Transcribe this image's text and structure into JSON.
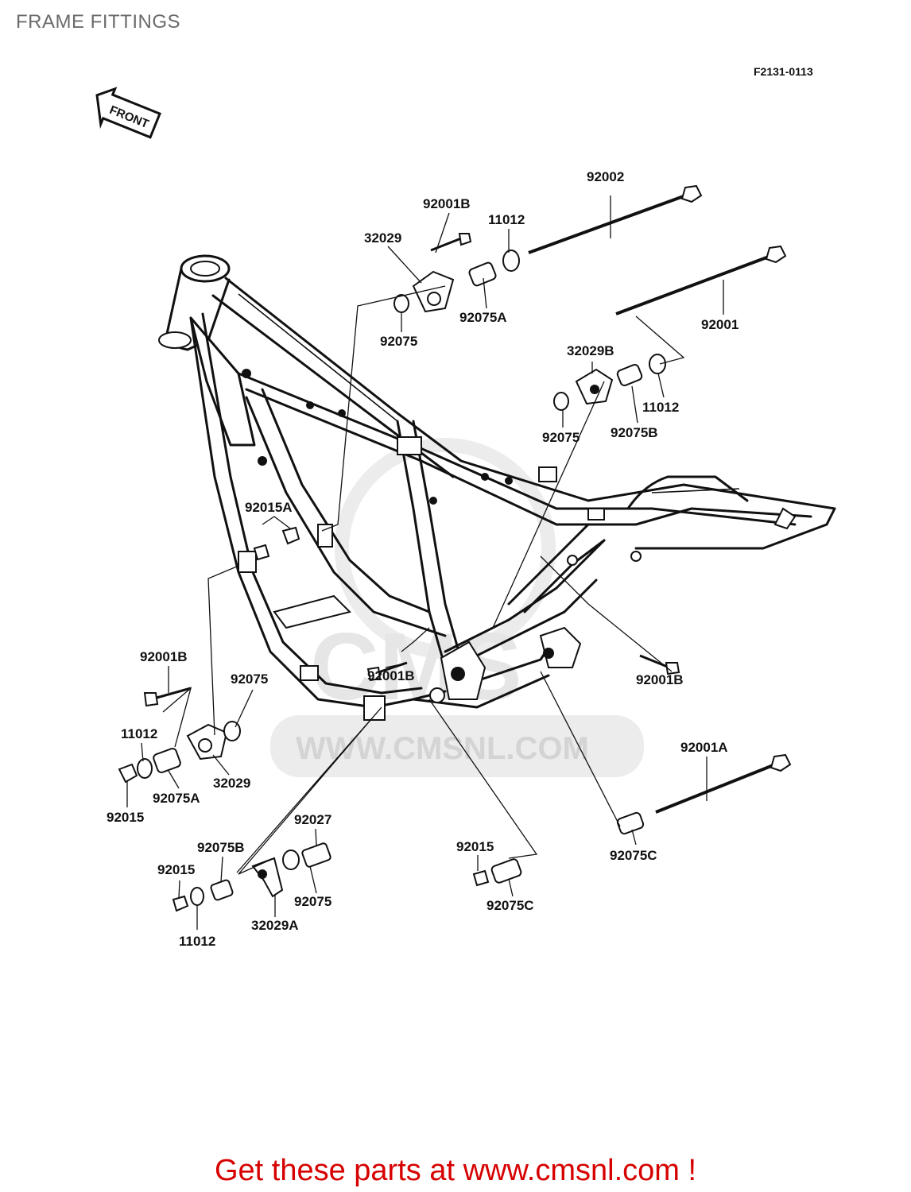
{
  "title": "FRAME FITTINGS",
  "figure_code": "F2131-0113",
  "front_arrow_label": "FRONT",
  "watermark": {
    "line1": "CMS",
    "url": "WWW.CMSNL.COM"
  },
  "footer": "Get these parts at www.cmsnl.com !",
  "part_labels": [
    "92002",
    "92001B",
    "11012",
    "32029",
    "92075A",
    "92075",
    "92001",
    "32029B",
    "11012",
    "92075",
    "92075B",
    "92015A",
    "92001B",
    "92001B",
    "92001B",
    "92075",
    "11012",
    "32029",
    "92075A",
    "92015",
    "92001A",
    "92027",
    "92075B",
    "92015",
    "92075",
    "32029A",
    "11012",
    "92015",
    "92075C",
    "92075C"
  ]
}
